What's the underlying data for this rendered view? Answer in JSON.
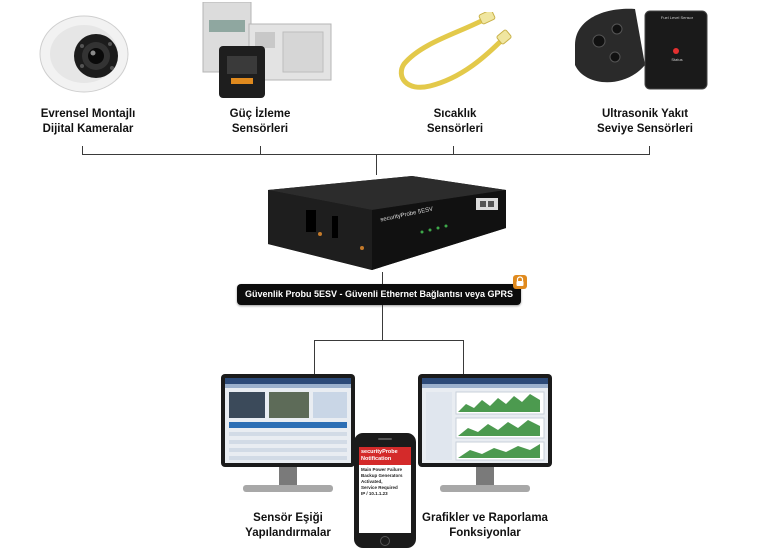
{
  "sensors": [
    {
      "label_line1": "Evrensel Montajlı",
      "label_line2": "Dijital Kameralar",
      "icon": "dome-camera-icon"
    },
    {
      "label_line1": "Güç İzleme",
      "label_line2": "Sensörleri",
      "icon": "power-meter-icon"
    },
    {
      "label_line1": "Sıcaklık",
      "label_line2": "Sensörleri",
      "icon": "temperature-cable-icon"
    },
    {
      "label_line1": "Ultrasonik Yakıt",
      "label_line2": "Seviye Sensörleri",
      "icon": "ultrasonic-sensor-icon"
    }
  ],
  "sensor_product_text": {
    "label": "Fuel Level Sensor",
    "status": "Status"
  },
  "device": {
    "brand": "securityProbe 5ESV"
  },
  "connection": {
    "label": "Güvenlik Probu 5ESV - Güvenli Ethernet Bağlantısı veya GPRS"
  },
  "outputs": [
    {
      "label_line1": "Sensör Eşiği",
      "label_line2": "Yapılandırmalar"
    },
    {
      "label_line1": "Grafikler ve Raporlama",
      "label_line2": "Fonksiyonlar"
    }
  ],
  "phone": {
    "title_line1": "securityProbe",
    "title_line2": "Notification",
    "message": [
      "Main Power Failure",
      "Backup Generators",
      "Activated,",
      "Service Required",
      "IP / 10.1.1.23"
    ]
  },
  "colors": {
    "line": "#3a3a3a",
    "label_bg": "#0c0c0c",
    "accent": "#e08a1e",
    "cable": "#e3c94a"
  }
}
